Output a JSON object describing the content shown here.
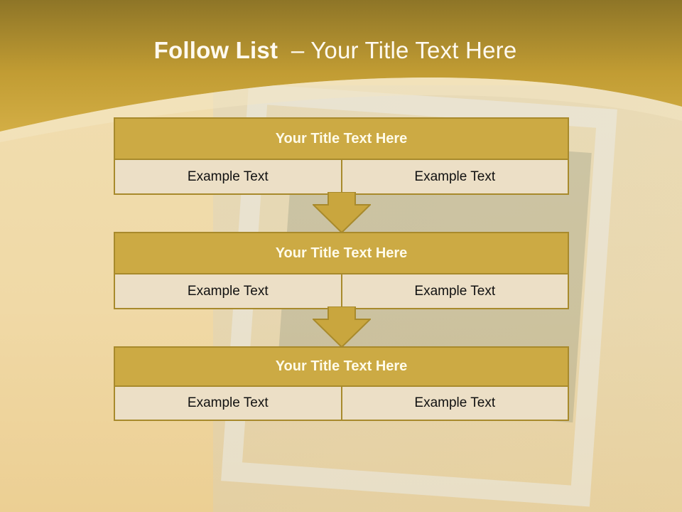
{
  "slide": {
    "title_bold": "Follow List",
    "title_rest": "– Your Title Text Here"
  },
  "blocks": [
    {
      "title": "Your Title Text Here",
      "left": "Example Text",
      "right": "Example Text"
    },
    {
      "title": "Your Title Text Here",
      "left": "Example Text",
      "right": "Example Text"
    },
    {
      "title": "Your Title Text Here",
      "left": "Example Text",
      "right": "Example Text"
    }
  ],
  "colors": {
    "header_gold": "#c9a436",
    "block_title": "#ccaa44",
    "block_cell": "#ecdfc6",
    "border": "#a88a2c"
  }
}
